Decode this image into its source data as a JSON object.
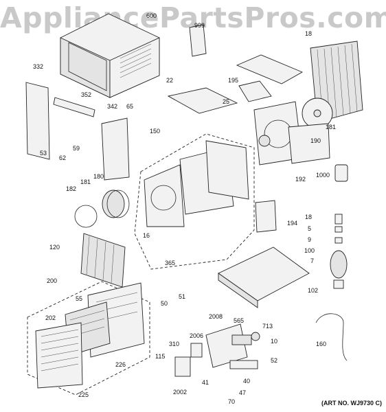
{
  "watermark": "AppliancePartsPros.com",
  "art_number": "(ART NO. WJ9730 C)",
  "labels": [
    "600",
    "999",
    "18",
    "332",
    "352",
    "342",
    "65",
    "53",
    "62",
    "59",
    "22",
    "195",
    "25",
    "181",
    "190",
    "150",
    "192",
    "1000",
    "182",
    "181",
    "180",
    "16",
    "365",
    "194",
    "18",
    "5",
    "9",
    "100",
    "7",
    "102",
    "120",
    "200",
    "55",
    "202",
    "225",
    "226",
    "50",
    "51",
    "2008",
    "565",
    "713",
    "10",
    "2006",
    "310",
    "115",
    "52",
    "41",
    "40",
    "2002",
    "47",
    "70",
    "160"
  ]
}
